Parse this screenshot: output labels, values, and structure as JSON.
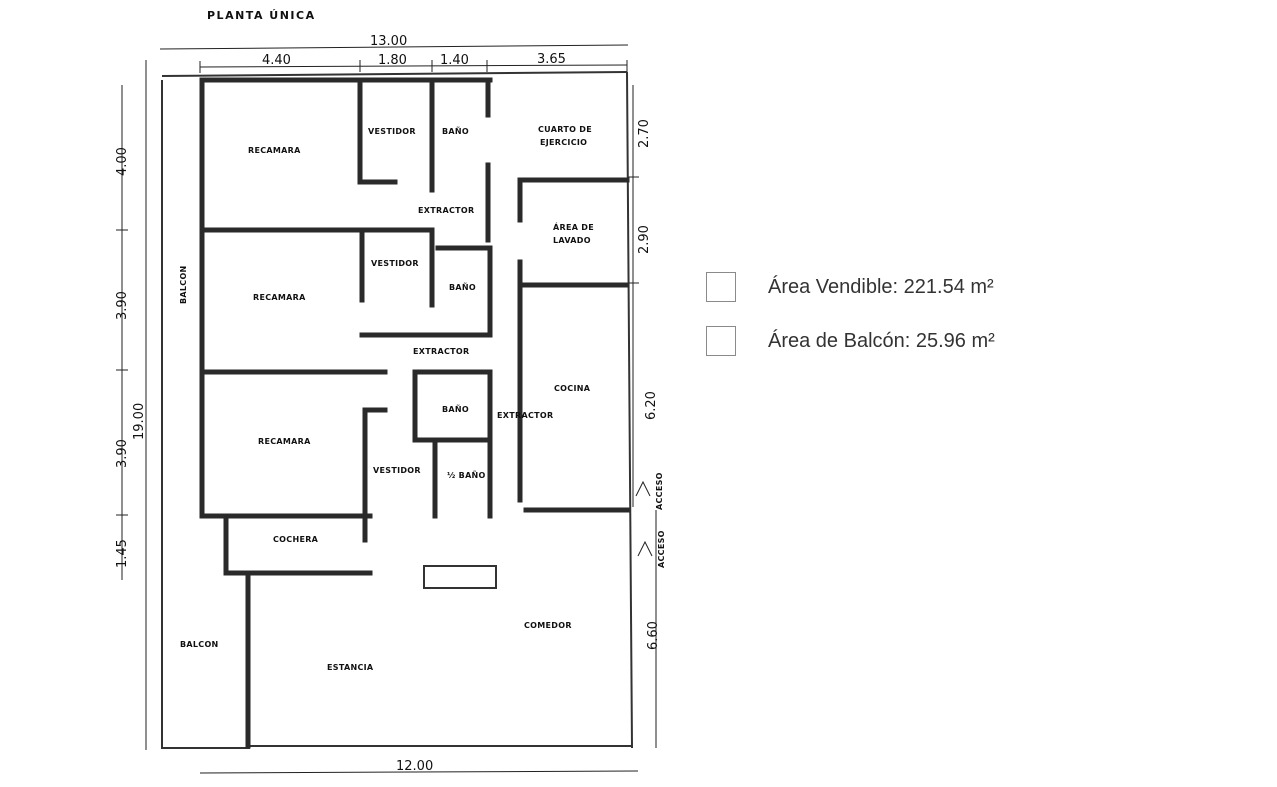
{
  "plan": {
    "title": "PLANTA ÚNICA",
    "dimensions": {
      "total_width_top": "13.00",
      "segments_top": [
        "4.40",
        "1.80",
        "1.40",
        "3.65"
      ],
      "total_width_bottom": "12.00",
      "total_height": "19.00",
      "left_segments": [
        "4.00",
        "3.90",
        "3.90",
        "1.45"
      ],
      "right_segments": [
        "2.70",
        "2.90",
        "6.20",
        "6.60"
      ]
    },
    "rooms": {
      "recamara_1": "RECAMARA",
      "vestidor_1": "VESTIDOR",
      "bano_1": "BAÑO",
      "cuarto_ejercicio_1": "CUARTO DE",
      "cuarto_ejercicio_2": "EJERCICIO",
      "extractor_1": "EXTRACTOR",
      "area_lavado_1": "ÁREA DE",
      "area_lavado_2": "LAVADO",
      "recamara_2": "RECAMARA",
      "vestidor_2": "VESTIDOR",
      "bano_2": "BAÑO",
      "balcon_side": "BALCON",
      "extractor_2": "EXTRACTOR",
      "cocina": "COCINA",
      "recamara_3": "RECAMARA",
      "bano_3": "BAÑO",
      "extractor_3": "EXTRACTOR",
      "vestidor_3": "VESTIDOR",
      "medio_bano": "½ BAÑO",
      "acceso_1": "ACCESO",
      "acceso_2": "ACCESO",
      "cochera": "COCHERA",
      "balcon_bottom": "BALCON",
      "comedor": "COMEDOR",
      "estancia": "ESTANCIA"
    }
  },
  "legend": {
    "items": [
      {
        "label": "Área Vendible: 221.54 m²",
        "color": "#ffffff"
      },
      {
        "label": "Área de Balcón: 25.96 m²",
        "color": "#ffffff"
      }
    ]
  }
}
